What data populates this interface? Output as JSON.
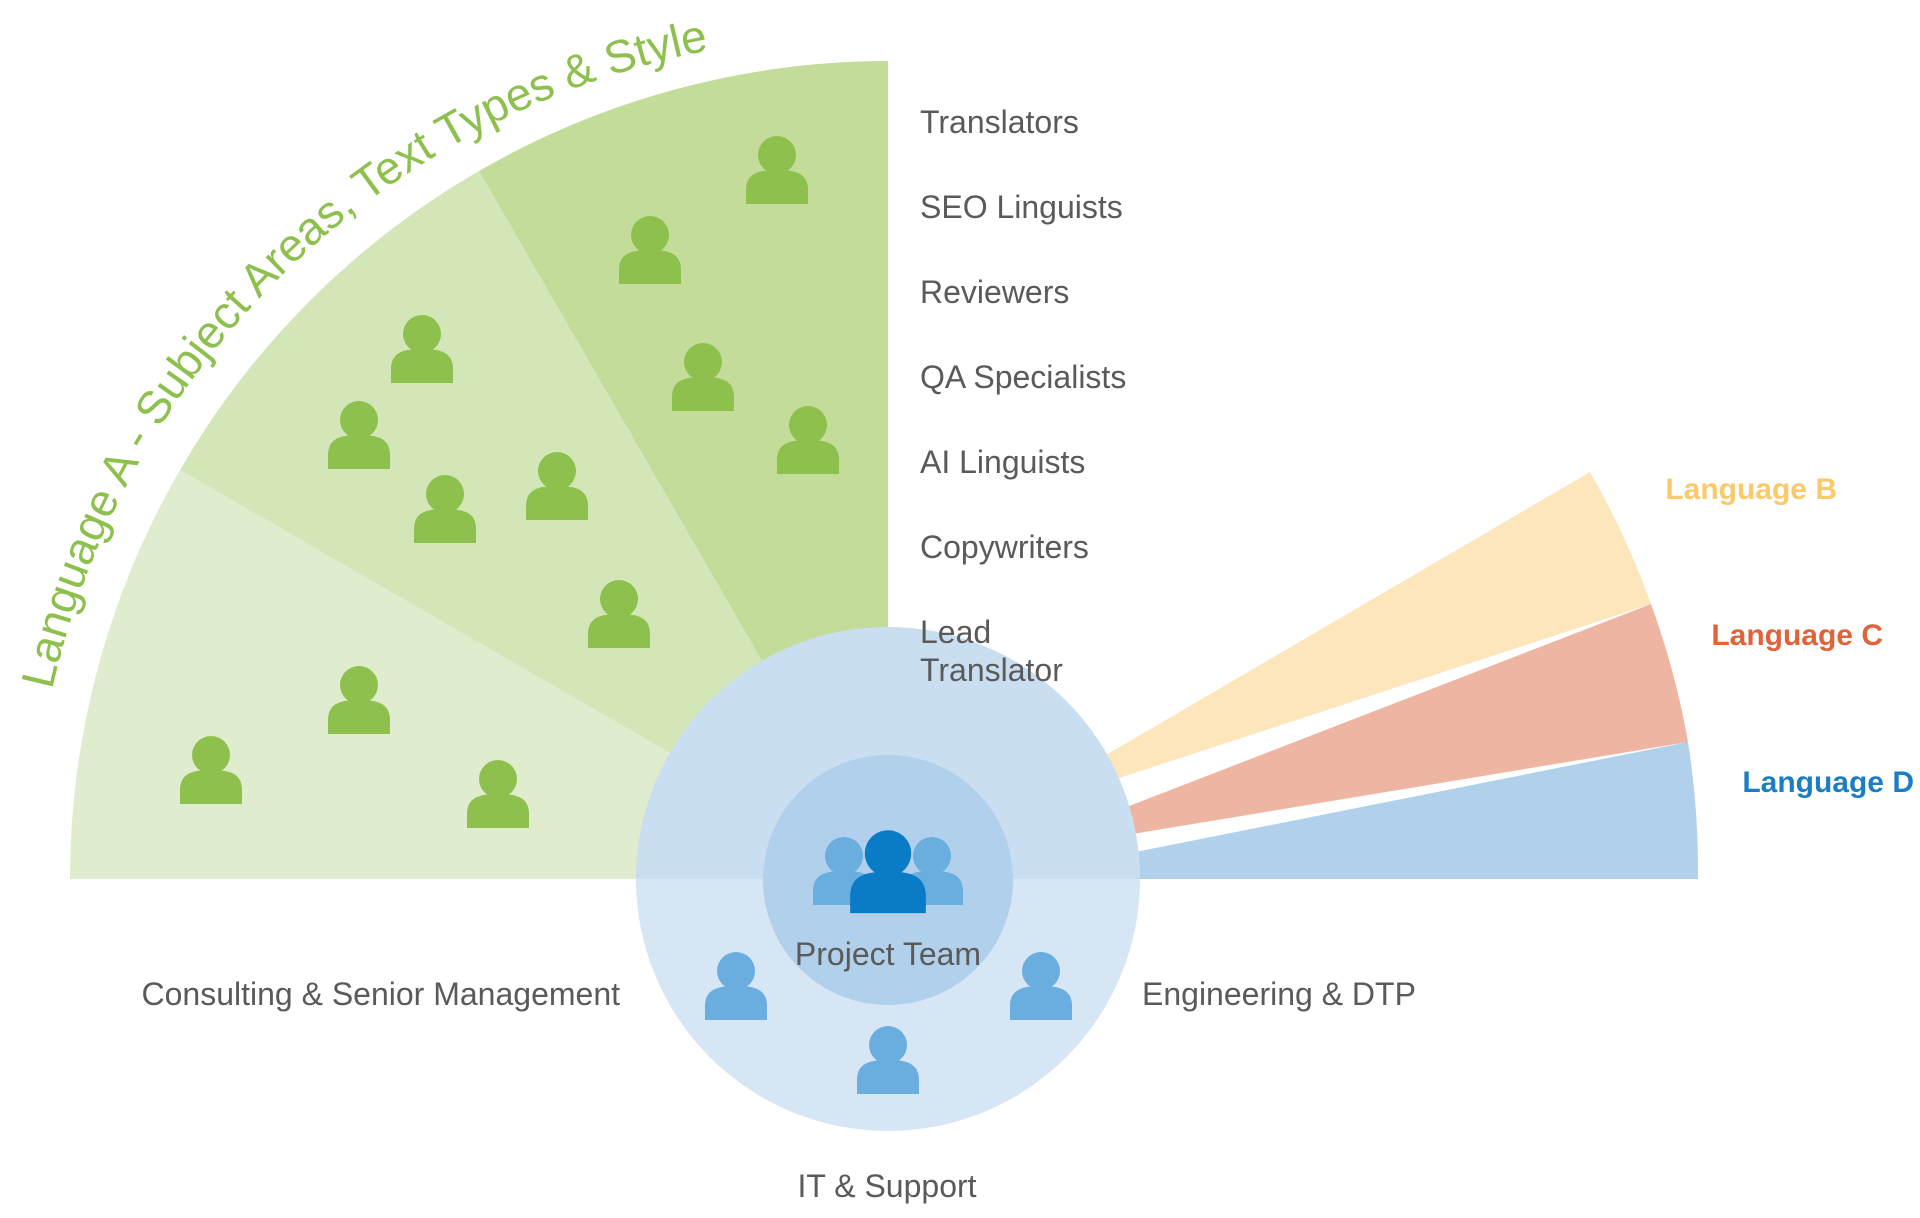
{
  "title": "Language A - Subject Areas, Text Types & Styles",
  "roles": [
    "Translators",
    "SEO Linguists",
    "Reviewers",
    "QA Specialists",
    "AI Linguists",
    "Copywriters",
    "Lead",
    "Translator"
  ],
  "center_label": "Project Team",
  "departments": {
    "left": "Consulting & Senior Management",
    "right": "Engineering & DTP",
    "bottom": "IT & Support"
  },
  "languages": [
    {
      "label": "Language B",
      "color": "#f9c96a"
    },
    {
      "label": "Language C",
      "color": "#e0633a"
    },
    {
      "label": "Language D",
      "color": "#1b7ec2"
    }
  ],
  "colors": {
    "sector_light": "#dfeccd",
    "sector_mid": "#d3e6b7",
    "sector_dark": "#c3dc9a",
    "sector_inner": "#9ccb5d",
    "person_green": "#8dc04d",
    "person_green_dark": "#6fb31a",
    "lang_b_fill": "#fde6bc",
    "lang_c_fill": "#eeb6a2",
    "lang_d_fill": "#b1d0eb",
    "circle_outer": "#d6e6f5",
    "circle_inner": "#b1d0eb",
    "person_blue": "#6aaddf",
    "person_blue_main": "#0a7cc7",
    "text_gray": "#5a5a5a",
    "title_green": "#8dc04d"
  },
  "icons": [
    "person-icon",
    "group-icon"
  ]
}
